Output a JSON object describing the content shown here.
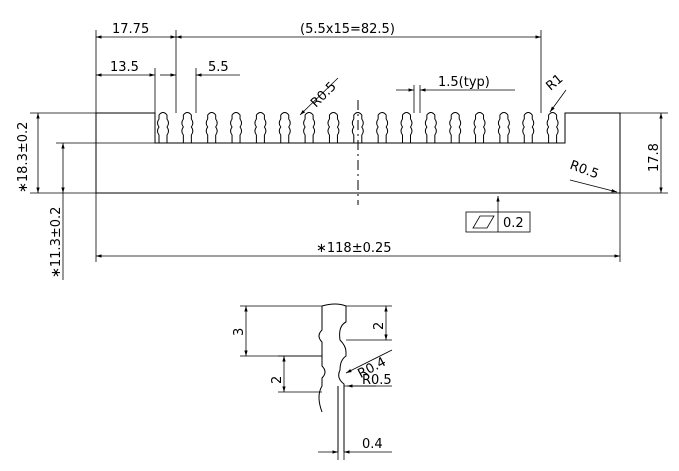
{
  "dimensions": {
    "d1775": "17.75",
    "d825": "(5.5x15=82.5)",
    "d135": "13.5",
    "d55": "5.5",
    "r05_top": "R0.5",
    "d15typ": "1.5(typ)",
    "r1": "R1",
    "d183": "∗18.3±0.2",
    "d178": "17.8",
    "r05_right": "R0.5",
    "flatness": "0.2",
    "d113": "∗11.3±0.2",
    "d118": "∗118±0.25"
  },
  "detail": {
    "d3": "3",
    "d2_right": "2",
    "r04": "R0.4",
    "d2_left": "2",
    "r05": "R0.5",
    "d04": "0.4"
  },
  "icons": {
    "flatness_symbol": "parallelogram-flatness-icon"
  }
}
